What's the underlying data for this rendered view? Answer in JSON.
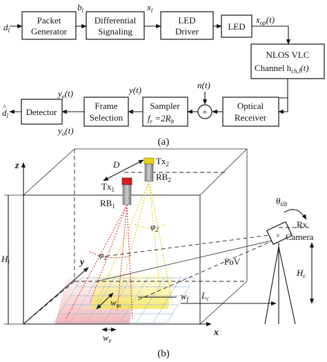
{
  "part_a": {
    "caption": "(a)",
    "blocks": {
      "packet_generator": [
        "Packet",
        "Generator"
      ],
      "differential_signaling": [
        "Differential",
        "Signaling"
      ],
      "led_driver": [
        "LED",
        "Driver"
      ],
      "led": "LED",
      "nlos_channel": [
        "NLOS VLC",
        "Channel h"
      ],
      "nlos_channel_suffix": "(t)",
      "nlos_channel_sub": "ch,l",
      "optical_receiver": [
        "Optical",
        "Receiver"
      ],
      "sampler": "Sampler",
      "sampler_rate_lhs": "f",
      "sampler_rate_sub": "r",
      "sampler_rate_rhs": " =2R",
      "sampler_rate_sub2": "b",
      "frame_selection": [
        "Frame",
        "Selection"
      ],
      "detector": "Detector",
      "adder": "+"
    },
    "signals": {
      "d": "d",
      "d_sub": "l",
      "b": "b",
      "b_sub": "l",
      "x": "x",
      "x_sub": "l",
      "xop": "x",
      "xop_sub": "op",
      "xop_suffix": "(t)",
      "n": "n(t)",
      "y": "y(t)",
      "ye": "y",
      "ye_sub": "e",
      "ye_suffix": "(t)",
      "yo": "y",
      "yo_sub": "o",
      "yo_suffix": "(t)",
      "dhat": "d",
      "dhat_hat": "^",
      "dhat_sub": "l"
    }
  },
  "part_b": {
    "caption": "(b)",
    "labels": {
      "z": "z",
      "y": "y",
      "x": "x",
      "D": "D",
      "tx1": "Tx",
      "tx1_sub": "1",
      "tx2": "Tx",
      "tx2_sub": "2",
      "rb1": "RB",
      "rb1_sub": "1",
      "rb2": "RB",
      "rb2_sub": "2",
      "phi1": "φ",
      "phi1_sub": "1",
      "phi2": "φ",
      "phi2_sub": "2",
      "Ht": "H",
      "Ht_sub": "t",
      "Hc": "H",
      "Hc_sub": "c",
      "Lc": "L",
      "Lc_sub": "c",
      "wm": "w",
      "wm_sub": "m",
      "wf": "w",
      "wf_sub": "f",
      "we": "w",
      "we_sub": "e",
      "fov": "FoV",
      "theta": "θ",
      "theta_sub": "tilt",
      "rx_camera": [
        "Rx",
        "Camera"
      ]
    },
    "colors": {
      "tx1": "#d21f1f",
      "tx2": "#e8d21a",
      "red_beam": "#d21f1f",
      "yellow_beam": "#d9c400",
      "grid": "#9fb8d8"
    }
  }
}
